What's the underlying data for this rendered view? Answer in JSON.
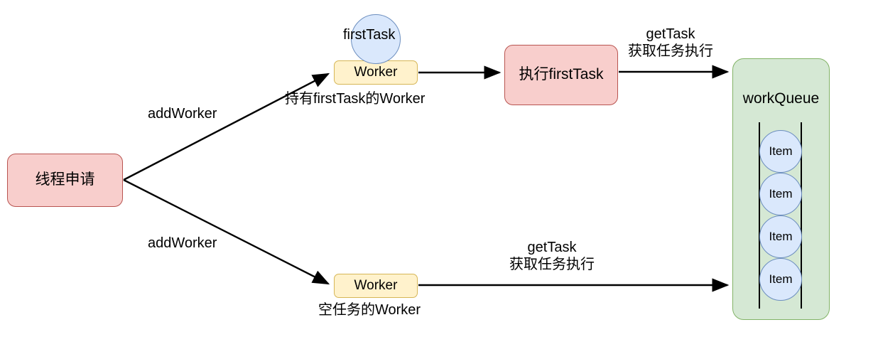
{
  "diagram": {
    "title": "Thread pool worker / workQueue flow",
    "colors": {
      "pink_fill": "#f8cecc",
      "pink_stroke": "#b85450",
      "yellow_fill": "#fff2cc",
      "yellow_stroke": "#d6b656",
      "green_fill": "#d5e8d4",
      "green_stroke": "#82b366",
      "blue_fill": "#dae8fc",
      "blue_stroke": "#6c8ebf",
      "edge_stroke": "#000000",
      "background": "#ffffff"
    },
    "nodes": {
      "thread_request": "线程申请",
      "worker_top": "Worker",
      "worker_bottom": "Worker",
      "first_task_circle": "firstTask",
      "exec_first_task": "执行firstTask",
      "work_queue": "workQueue"
    },
    "queue_items": [
      "Item",
      "Item",
      "Item",
      "Item"
    ],
    "edge_labels": {
      "add_worker_top": "addWorker",
      "add_worker_bottom": "addWorker",
      "holds_first_task": "持有firstTask的Worker",
      "empty_task_worker": "空任务的Worker",
      "get_task_top_line1": "getTask",
      "get_task_top_line2": "获取任务执行",
      "get_task_bottom_line1": "getTask",
      "get_task_bottom_line2": "获取任务执行"
    }
  }
}
